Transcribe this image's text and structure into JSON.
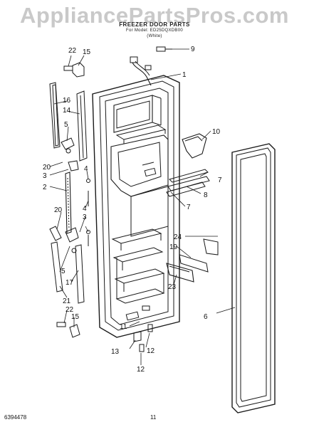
{
  "watermark": "AppliancePartsPros.com",
  "header": {
    "title": "FREEZER DOOR PARTS",
    "subtitle": "For Model: ED25DQXDB00",
    "note": "(White)"
  },
  "callouts": [
    {
      "id": "c1",
      "label": "1"
    },
    {
      "id": "c2",
      "label": "2"
    },
    {
      "id": "c3a",
      "label": "3"
    },
    {
      "id": "c3b",
      "label": "3"
    },
    {
      "id": "c4a",
      "label": "4"
    },
    {
      "id": "c4b",
      "label": "4"
    },
    {
      "id": "c5a",
      "label": "5"
    },
    {
      "id": "c5b",
      "label": "5"
    },
    {
      "id": "c6",
      "label": "6"
    },
    {
      "id": "c7a",
      "label": "7"
    },
    {
      "id": "c7b",
      "label": "7"
    },
    {
      "id": "c8",
      "label": "8"
    },
    {
      "id": "c9",
      "label": "9"
    },
    {
      "id": "c10",
      "label": "10"
    },
    {
      "id": "c11",
      "label": "11"
    },
    {
      "id": "c12a",
      "label": "12"
    },
    {
      "id": "c12b",
      "label": "12"
    },
    {
      "id": "c13",
      "label": "13"
    },
    {
      "id": "c14",
      "label": "14"
    },
    {
      "id": "c15a",
      "label": "15"
    },
    {
      "id": "c15b",
      "label": "15"
    },
    {
      "id": "c16",
      "label": "16"
    },
    {
      "id": "c17",
      "label": "17"
    },
    {
      "id": "c19",
      "label": "19"
    },
    {
      "id": "c20a",
      "label": "20"
    },
    {
      "id": "c20b",
      "label": "20"
    },
    {
      "id": "c21",
      "label": "21"
    },
    {
      "id": "c22a",
      "label": "22"
    },
    {
      "id": "c22b",
      "label": "22"
    },
    {
      "id": "c23",
      "label": "23"
    },
    {
      "id": "c24",
      "label": "24"
    }
  ],
  "footer": {
    "doc_number": "6394478",
    "page": "11"
  }
}
